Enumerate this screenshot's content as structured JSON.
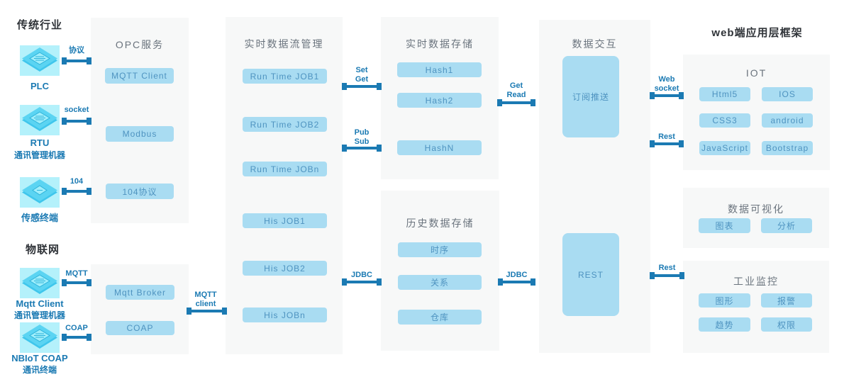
{
  "headers": {
    "traditional": "传统行业",
    "iot": "物联网",
    "web": "web端应用层框架"
  },
  "devices": [
    {
      "name": "PLC",
      "sub": "",
      "conn": "协议"
    },
    {
      "name": "RTU",
      "sub": "通讯管理机器",
      "conn": "socket"
    },
    {
      "name": "传感终端",
      "sub": "",
      "conn": "104"
    },
    {
      "name": "Mqtt Client",
      "sub": "通讯管理机器",
      "conn": "MQTT"
    },
    {
      "name": "NBIoT COAP",
      "sub": "通讯终端",
      "conn": "COAP"
    }
  ],
  "panels": {
    "opc": {
      "title": "OPC服务",
      "items": [
        "MQTT Client",
        "Modbus",
        "104协议"
      ]
    },
    "gateway": {
      "items": [
        "Mqtt Broker",
        "COAP"
      ]
    },
    "stream": {
      "title": "实时数据流管理",
      "items": [
        "Run Time JOB1",
        "Run Time JOB2",
        "Run Time JOBn",
        "His JOB1",
        "His JOB2",
        "His JOBn"
      ]
    },
    "realtime": {
      "title": "实时数据存储",
      "items": [
        "Hash1",
        "Hash2",
        "HashN"
      ]
    },
    "history": {
      "title": "历史数据存储",
      "items": [
        "时序",
        "关系",
        "仓库"
      ]
    },
    "exchange": {
      "title": "数据交互",
      "subscribe": "订阅推送",
      "rest": "REST"
    },
    "web_iot": {
      "title": "IOT",
      "items": [
        "Html5",
        "IOS",
        "CSS3",
        "android",
        "JavaScript",
        "Bootstrap"
      ]
    },
    "viz": {
      "title": "数据可视化",
      "items": [
        "图表",
        "分析"
      ]
    },
    "monitor": {
      "title": "工业监控",
      "items": [
        "图形",
        "报警",
        "趋势",
        "权限"
      ]
    }
  },
  "connectors": {
    "set_get": "Set\nGet",
    "pub_sub": "Pub\nSub",
    "get_read": "Get\nRead",
    "jdbc_left": "JDBC",
    "jdbc_right": "JDBC",
    "mqtt_client": "MQTT\nclient",
    "web_socket": "Web\nsocket",
    "rest_top": "Rest",
    "rest_bottom": "Rest"
  },
  "colors": {
    "accent": "#1b7ab3",
    "box_fill": "#a9dcf2",
    "panel_fill": "#f7f8f8",
    "icon_fill": "#3fc6ec"
  }
}
